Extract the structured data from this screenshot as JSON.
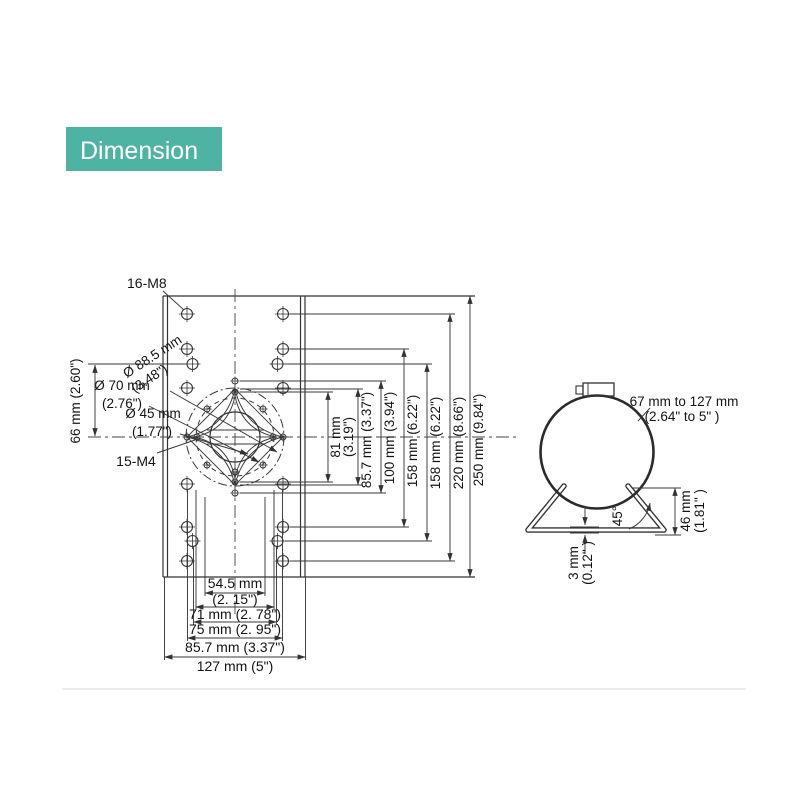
{
  "badge": {
    "label": "Dimension",
    "accent": "#4fb3a3"
  },
  "plate_view": {
    "m8_label": "16-M8",
    "m4_label": "15-M4",
    "dia_885": [
      "Ø 88.5 mm",
      "(3.48\")"
    ],
    "dia_70": [
      "Ø 70 mm",
      "(2.76\")"
    ],
    "dia_45": [
      "Ø 45 mm",
      "(1.77\")"
    ],
    "dim_66": "66 mm (2.60\")",
    "right_dims": {
      "d81": [
        "81 mm",
        "(3.19\")"
      ],
      "d857": "85.7 mm (3.37\")",
      "d100": "100 mm (3.94\")",
      "d158a": "158 mm (6.22\")",
      "d158b": "158 mm (6.22\")",
      "d220": "220 mm (8.66\")",
      "d250": "250 mm (9.84\")"
    },
    "bottom_dims": {
      "d545": [
        "54.5 mm",
        "(2. 15\")"
      ],
      "d71": "71 mm (2. 78\")",
      "d75": "75 mm (2. 95\")",
      "d857": "85.7 mm (3.37\")",
      "d127": "127 mm (5\")"
    }
  },
  "clamp_view": {
    "range": [
      "67 mm to 127 mm",
      "(2.64\" to 5\" )"
    ],
    "angle": "45°",
    "height": [
      "46 mm",
      "(1.81\" )"
    ],
    "thickness": [
      "3 mm",
      "(0.12\" )"
    ]
  }
}
